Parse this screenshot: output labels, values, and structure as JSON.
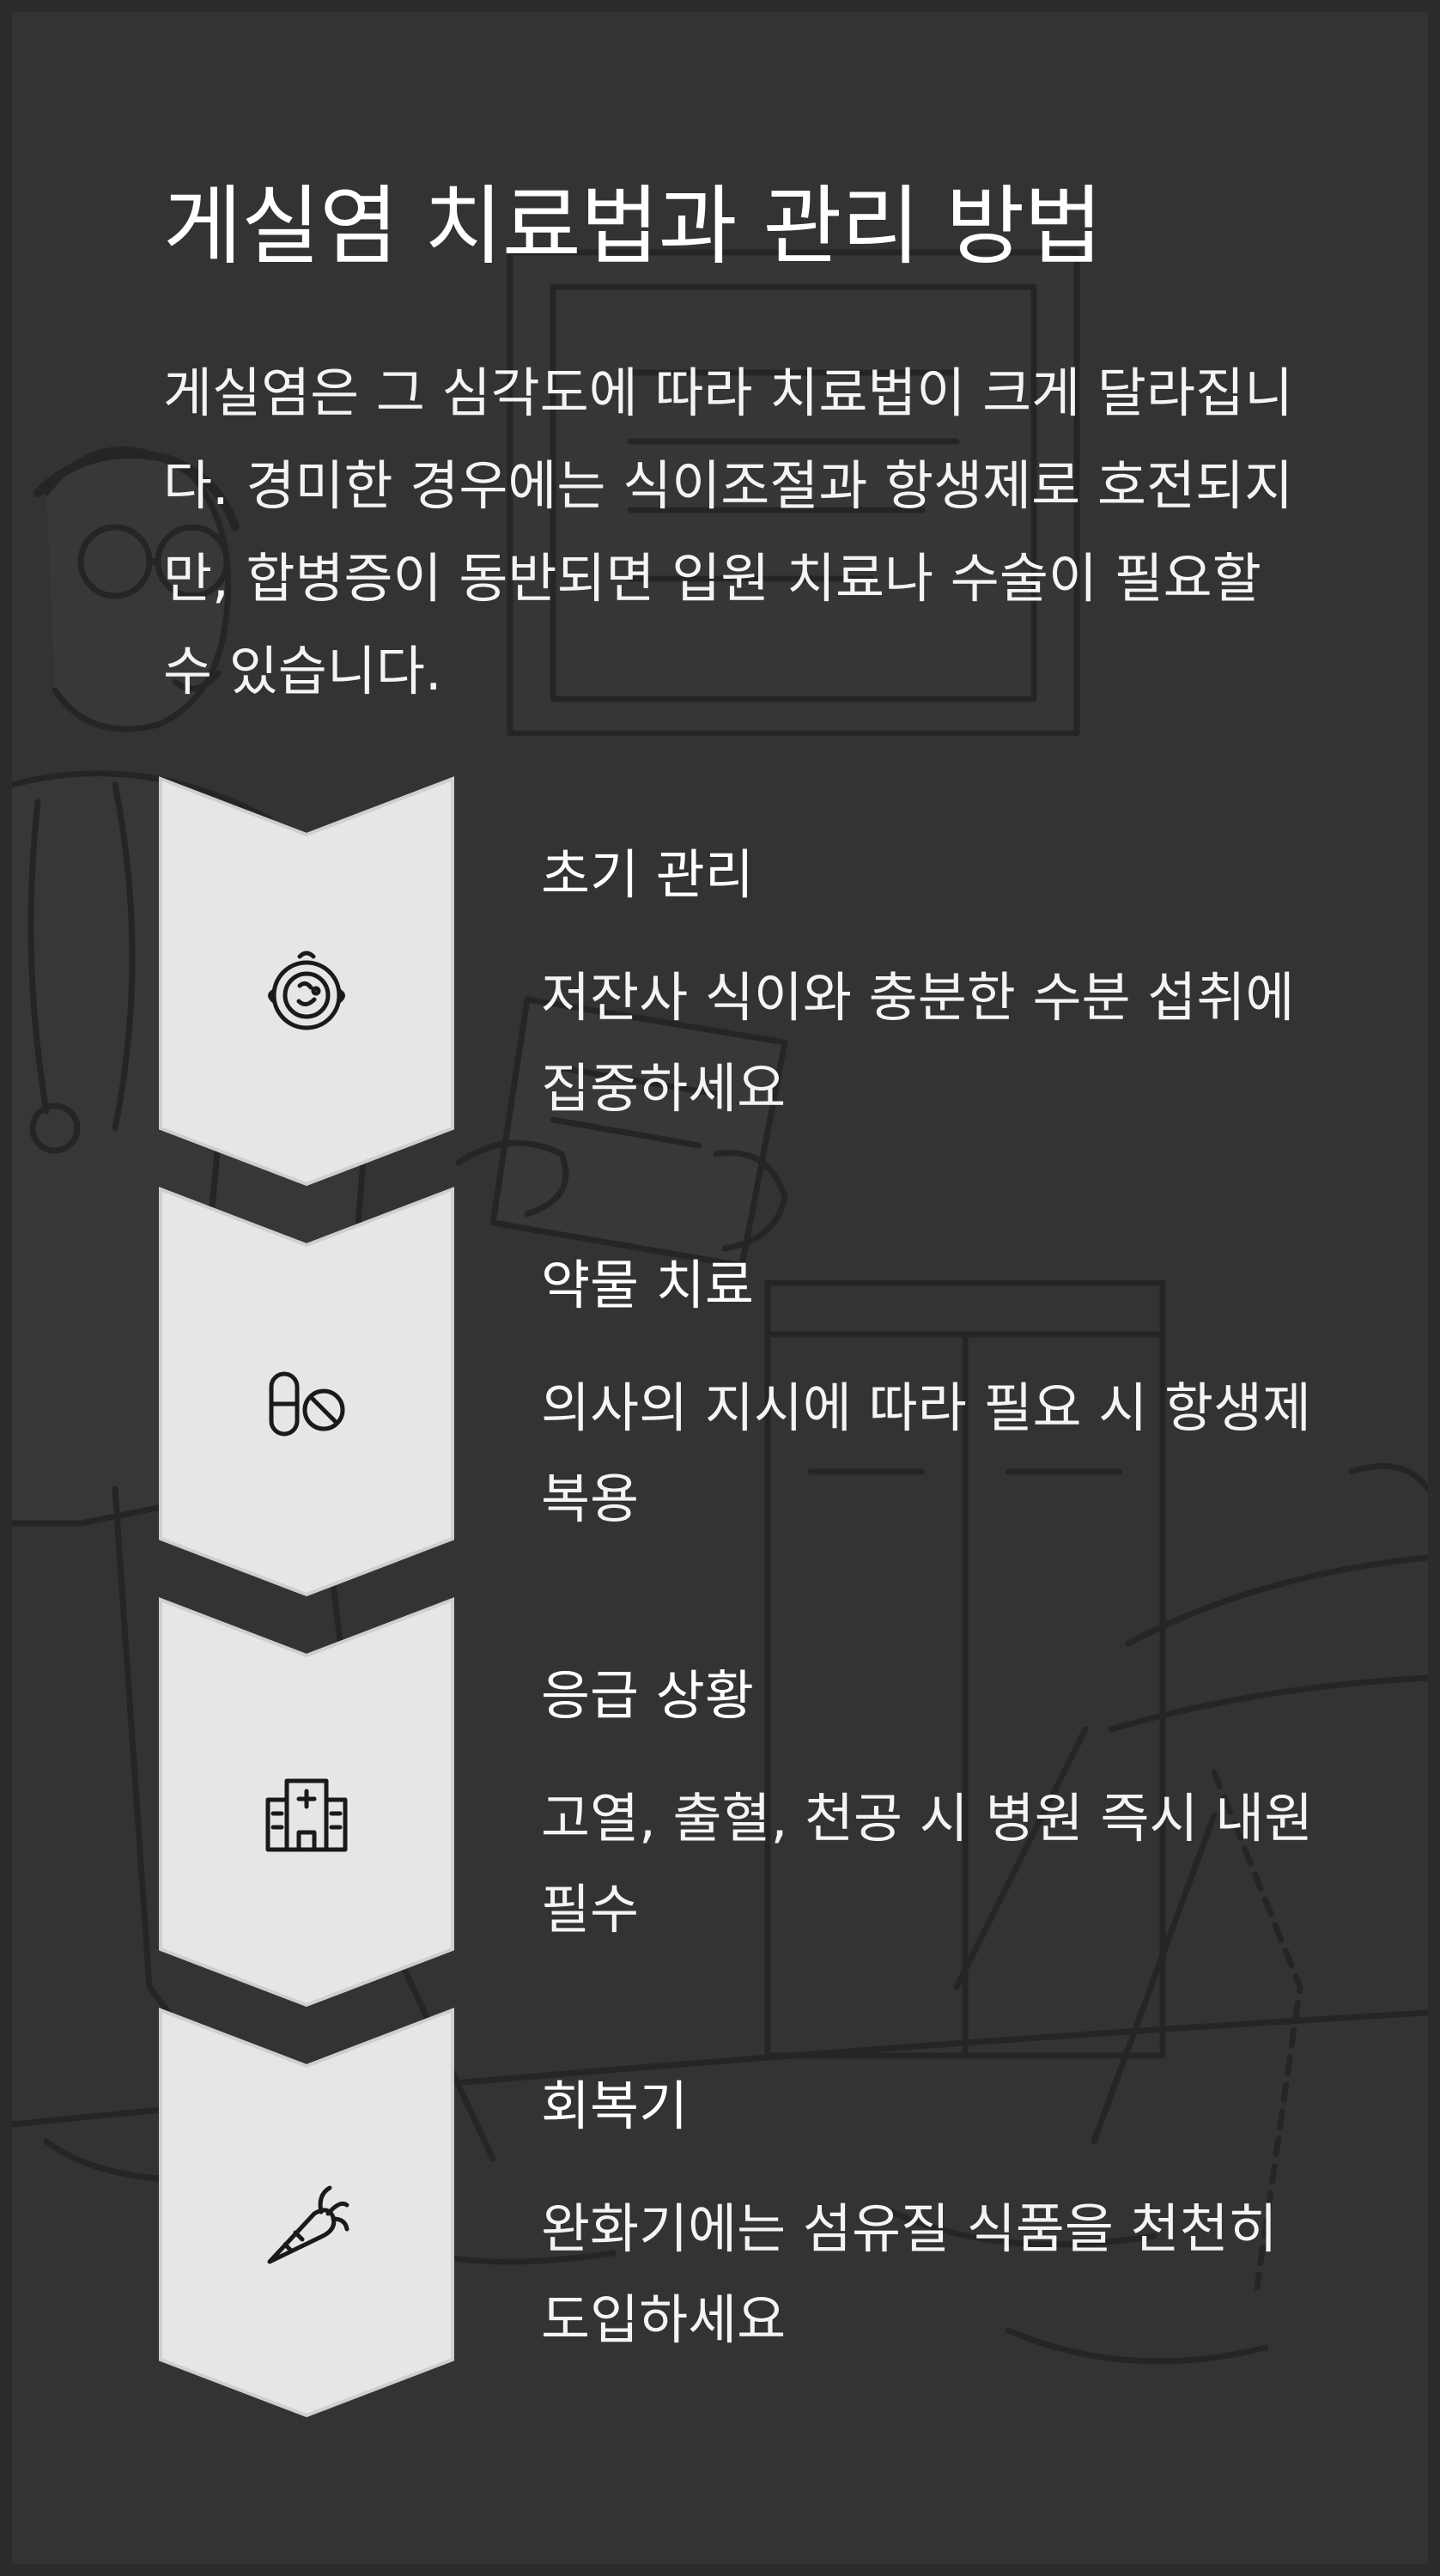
{
  "title": "게실염 치료법과 관리 방법",
  "intro": "게실염은 그 심각도에 따라 치료법이 크게 달라집니다. 경미한 경우에는 식이조절과 항생제로 호전되지만, 합병증이 동반되면 입원 치료나 수술이 필요할 수 있습니다.",
  "steps": [
    {
      "title": "초기 관리",
      "description": "저잔사 식이와 충분한 수분 섭취에 집중하세요",
      "icon": "bowl-food-icon"
    },
    {
      "title": "약물 치료",
      "description": "의사의 지시에 따라 필요 시 항생제 복용",
      "icon": "pill-prohibition-icon"
    },
    {
      "title": "응급 상황",
      "description": "고열, 출혈, 천공 시 병원 즉시 내원 필수",
      "icon": "hospital-icon"
    },
    {
      "title": "회복기",
      "description": "완화기에는 섬유질 식품을 천천히 도입하세요",
      "icon": "carrot-icon"
    }
  ],
  "colors": {
    "background": "#333333",
    "outer_border": "#2a2a2a",
    "chevron_fill": "#e6e6e6",
    "chevron_stroke": "#cfcfcf",
    "text": "#ffffff",
    "icon_stroke": "#1a1a1a"
  }
}
